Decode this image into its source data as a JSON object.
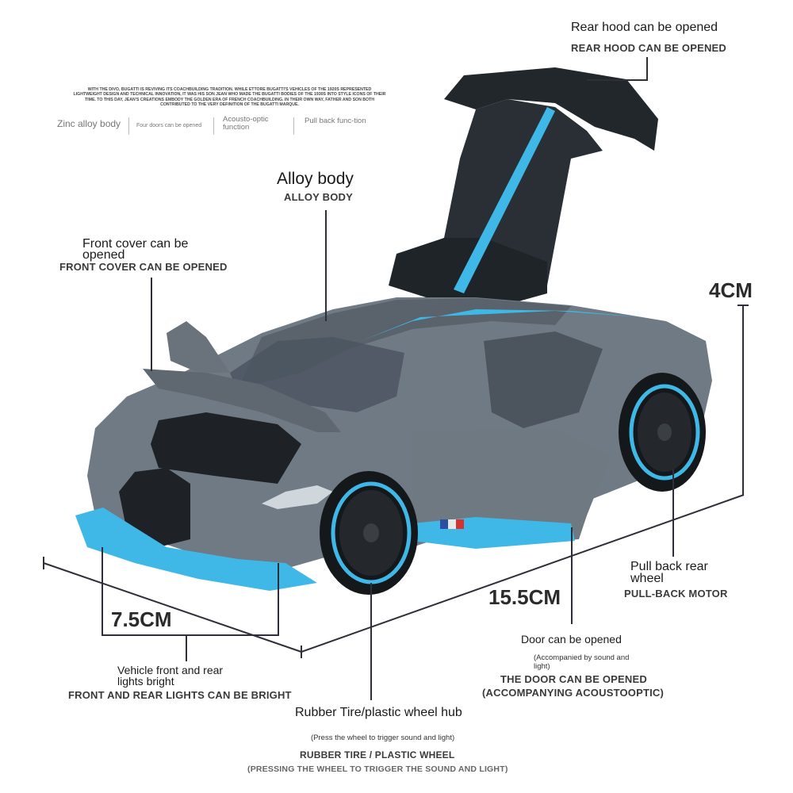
{
  "brand_blurb": "WITH THE DIVO, BUGATTI IS REVIVING ITS COACHBUILDING TRADITION. WHILE ETTORE BUGATTI'S VEHICLES OF THE 1920S REPRESENTED LIGHTWEIGHT DESIGN AND TECHNICAL INNOVATION, IT WAS HIS SON JEAN WHO MADE THE BUGATTI BODIES OF THE 1930S INTO STYLE ICONS OF THEIR TIME. TO THIS DAY, JEAN'S CREATIONS EMBODY THE GOLDEN ERA OF FRENCH COACHBUILDING. IN THEIR OWN WAY, FATHER AND SON BOTH CONTRIBUTED TO THE VERY DEFINITION OF THE BUGATTI MARQUE.",
  "features": [
    "Zinc alloy body",
    "Four doors can be opened",
    "Acousto-optic function",
    "Pull back func-tion"
  ],
  "callouts": {
    "rear_hood": {
      "text": "Rear hood can be opened",
      "caption": "REAR HOOD CAN BE OPENED"
    },
    "alloy_body": {
      "text": "Alloy body",
      "caption": "ALLOY BODY"
    },
    "front_cover": {
      "text_line1": "Front cover can be",
      "text_line2": "opened",
      "caption": "FRONT COVER CAN BE OPENED"
    },
    "pull_back": {
      "text_line1": "Pull back rear",
      "text_line2": "wheel",
      "caption": "PULL-BACK MOTOR"
    },
    "door": {
      "text": "Door can be opened",
      "sub_line1": "(Accompanied by sound and",
      "sub_line2": "light)",
      "caption_line1": "THE DOOR CAN BE OPENED",
      "caption_line2": "(ACCOMPANYING ACOUSTOOPTIC)"
    },
    "lights": {
      "text_line1": "Vehicle front and rear",
      "text_line2": "lights bright",
      "caption": "FRONT AND REAR LIGHTS CAN BE BRIGHT"
    },
    "tire": {
      "text": "Rubber Tire/plastic wheel hub",
      "sub": "(Press the wheel to trigger sound and light)",
      "caption": "RUBBER TIRE / PLASTIC WHEEL",
      "caption_sub": "(PRESSING THE WHEEL TO TRIGGER THE SOUND AND LIGHT)"
    }
  },
  "dimensions": {
    "height": "4CM",
    "width": "7.5CM",
    "length": "15.5CM"
  },
  "colors": {
    "body": "#707a84",
    "accent_blue": "#3fb8e8",
    "dark_trim": "#1e2226",
    "line": "#2f2f3a"
  }
}
